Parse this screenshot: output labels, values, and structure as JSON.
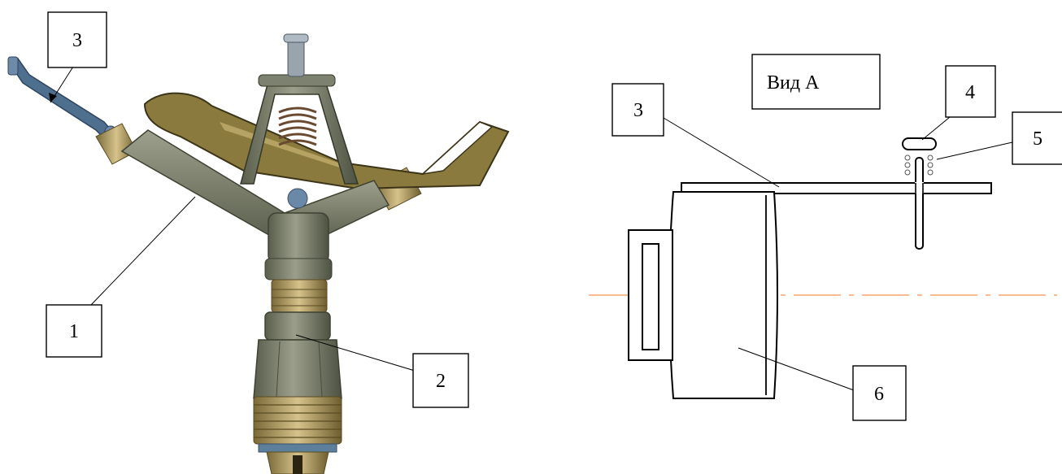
{
  "photo_callouts": {
    "c1": "1",
    "c2": "2",
    "c3": "3"
  },
  "drawing": {
    "view_title": "Вид А",
    "c3": "3",
    "c4": "4",
    "c5": "5",
    "c6": "6"
  },
  "colors": {
    "axis_line": "#f5a66b",
    "metal_dark": "#6f7360",
    "brass": "#b59a5a",
    "blue_lever": "#4f6f8f"
  }
}
